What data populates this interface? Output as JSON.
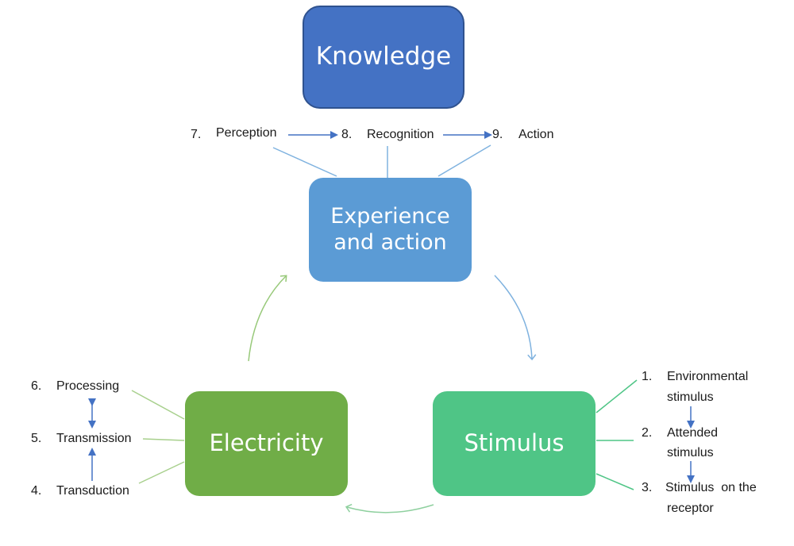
{
  "nodes": {
    "knowledge": "Knowledge",
    "experience": "Experience and action",
    "electricity": "Electricity",
    "stimulus": "Stimulus"
  },
  "top_steps": [
    {
      "num": "7.",
      "label": "Perception"
    },
    {
      "num": "8.",
      "label": "Recognition"
    },
    {
      "num": "9.",
      "label": "Action"
    }
  ],
  "left_steps": [
    {
      "num": "6.",
      "label": "Processing"
    },
    {
      "num": "5.",
      "label": "Transmission"
    },
    {
      "num": "4.",
      "label": "Transduction"
    }
  ],
  "right_steps": [
    {
      "num": "1.",
      "line1": "Environmental",
      "line2": "stimulus"
    },
    {
      "num": "2.",
      "line1": "Attended",
      "line2": "stimulus"
    },
    {
      "num": "3.",
      "line1": "Stimulus  on the",
      "line2": "receptor"
    }
  ],
  "colors": {
    "knowledge": "#4472c4",
    "experience": "#5b9bd5",
    "electricity": "#70ad47",
    "stimulus": "#4fc586",
    "arrow": "#4472c4"
  }
}
